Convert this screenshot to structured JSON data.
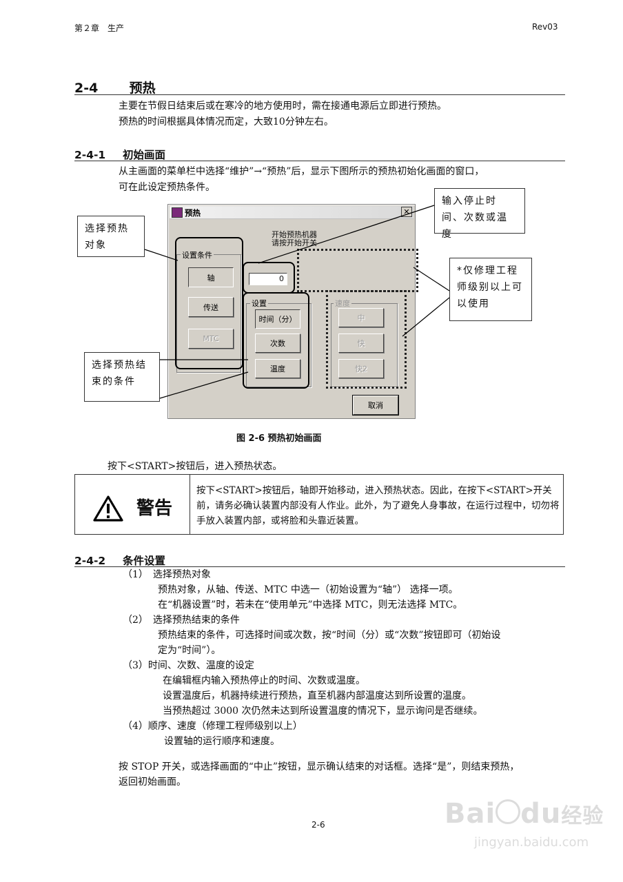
{
  "header": {
    "chapter": "第２章　生产",
    "rev": "Rev03"
  },
  "section": {
    "number": "2-4",
    "title": "预热",
    "paragraphs": [
      "主要在节假日结束后或在寒冷的地方使用时，需在接通电源后立即进行预热。",
      "预热的时间根据具体情况而定，大致10分钟左右。"
    ]
  },
  "sub1": {
    "number": "2-4-1",
    "title": "初始画面",
    "paragraphs": [
      "从主画面的菜单栏中选择“维护”→“预热”后，显示下图所示的预热初始化画面的窗口，",
      "可在此设定预热条件。"
    ]
  },
  "dialog": {
    "title": "预热",
    "close": "✕",
    "message_line1": "开始预热机器",
    "message_line2": "请按开始开关",
    "group_conditions": "设置条件",
    "btn_axis": "轴",
    "btn_transfer": "传送",
    "btn_mtc": "MTC",
    "edit_value": "0",
    "group_settings": "设置",
    "btn_time": "时间（分）",
    "btn_count": "次数",
    "btn_temp": "温度",
    "group_speed": "速度",
    "btn_mid": "中",
    "btn_fast": "快",
    "btn_fast2": "快2",
    "btn_cancel": "取消"
  },
  "callouts": {
    "select_target": "选择预热对象",
    "input_stop": "输入停止时间、次数或温度",
    "engineer_only": "*仅修理工程师级别以上可以使用",
    "select_end": "选择预热结束的条件"
  },
  "figure_caption": "图 2-6  预热初始画面",
  "start_note": "按下<START>按钮后，进入预热状态。",
  "warning": {
    "label": "警告",
    "text": "按下<START>按钮后，轴即开始移动，进入预热状态。因此，在按下<START>开关前，请务必确认装置内部没有人作业。此外，为了避免人身事故，在运行过程中，切勿将手放入装置内部，或将脸和头靠近装置。"
  },
  "sub2": {
    "number": "2-4-2",
    "title": "条件设置",
    "items": [
      {
        "heading": "（1）　选择预热对象",
        "lines": [
          "预热对象，从轴、传送、MTC 中选一（初始设置为“轴”） 选择一项。",
          "在“机器设置”时，若未在“使用单元”中选择 MTC，则无法选择 MTC。"
        ]
      },
      {
        "heading": "（2）　选择预热结束的条件",
        "lines": [
          "预热结束的条件，可选择时间或次数，按“时间（分）或“次数”按钮即可（初始设",
          "定为“时间”）。"
        ]
      },
      {
        "heading": "（3）时间、次数、温度的设定",
        "lines": [
          "在编辑框内输入预热停止的时间、次数或温度。",
          "设置温度后，机器持续进行预热，直至机器内部温度达到所设置的温度。",
          "当预热超过 3000 次仍然未达到所设置温度的情况下，显示询问是否继续。"
        ]
      },
      {
        "heading": "（4）顺序、速度（修理工程师级别以上）",
        "lines": [
          "设置轴的运行顺序和速度。"
        ]
      }
    ],
    "closing": [
      "按 STOP 开关，或选择画面的“中止”按钮，显示确认结束的对话框。选择“是”，则结束预热，",
      "返回初始画面。"
    ]
  },
  "footer": {
    "page": "2-6"
  },
  "watermark": {
    "brand": "Bai",
    "brand_suffix": "du",
    "brand_cn": "经验",
    "url": "jingyan.baidu.com"
  }
}
